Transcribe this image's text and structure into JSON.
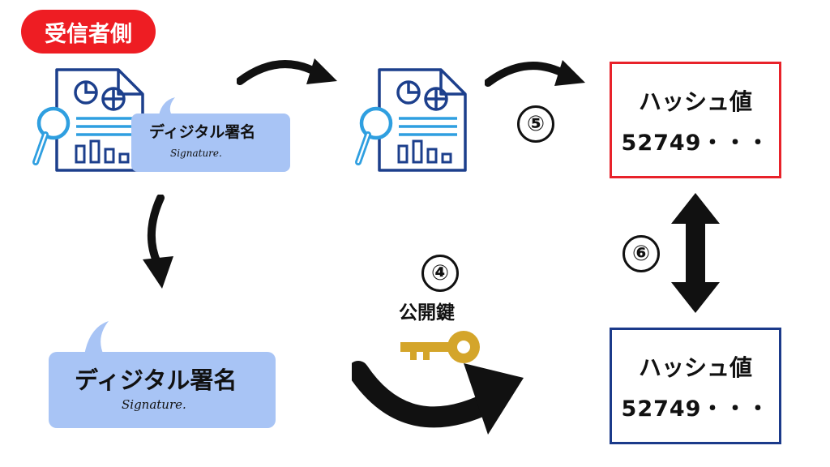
{
  "header": {
    "badge_label": "受信者側"
  },
  "signature_bubble_small": {
    "label": "ディジタル署名",
    "signature": "Signature."
  },
  "signature_bubble_large": {
    "label": "ディジタル署名",
    "signature": "Signature."
  },
  "steps": {
    "step4": "④",
    "step5": "⑤",
    "step6": "⑥"
  },
  "public_key": {
    "label": "公開鍵"
  },
  "hash_top": {
    "title": "ハッシュ値",
    "value": "52749・・・",
    "border_color": "#e8222a"
  },
  "hash_bottom": {
    "title": "ハッシュ値",
    "value": "52749・・・",
    "border_color": "#1b3a8a"
  },
  "colors": {
    "badge": "#ee1d23",
    "document_stroke": "#1c3f8c",
    "magnifier": "#2f9fe0",
    "bubble_fill": "#a8c4f5",
    "key": "#d4a52a",
    "arrow": "#111111"
  }
}
